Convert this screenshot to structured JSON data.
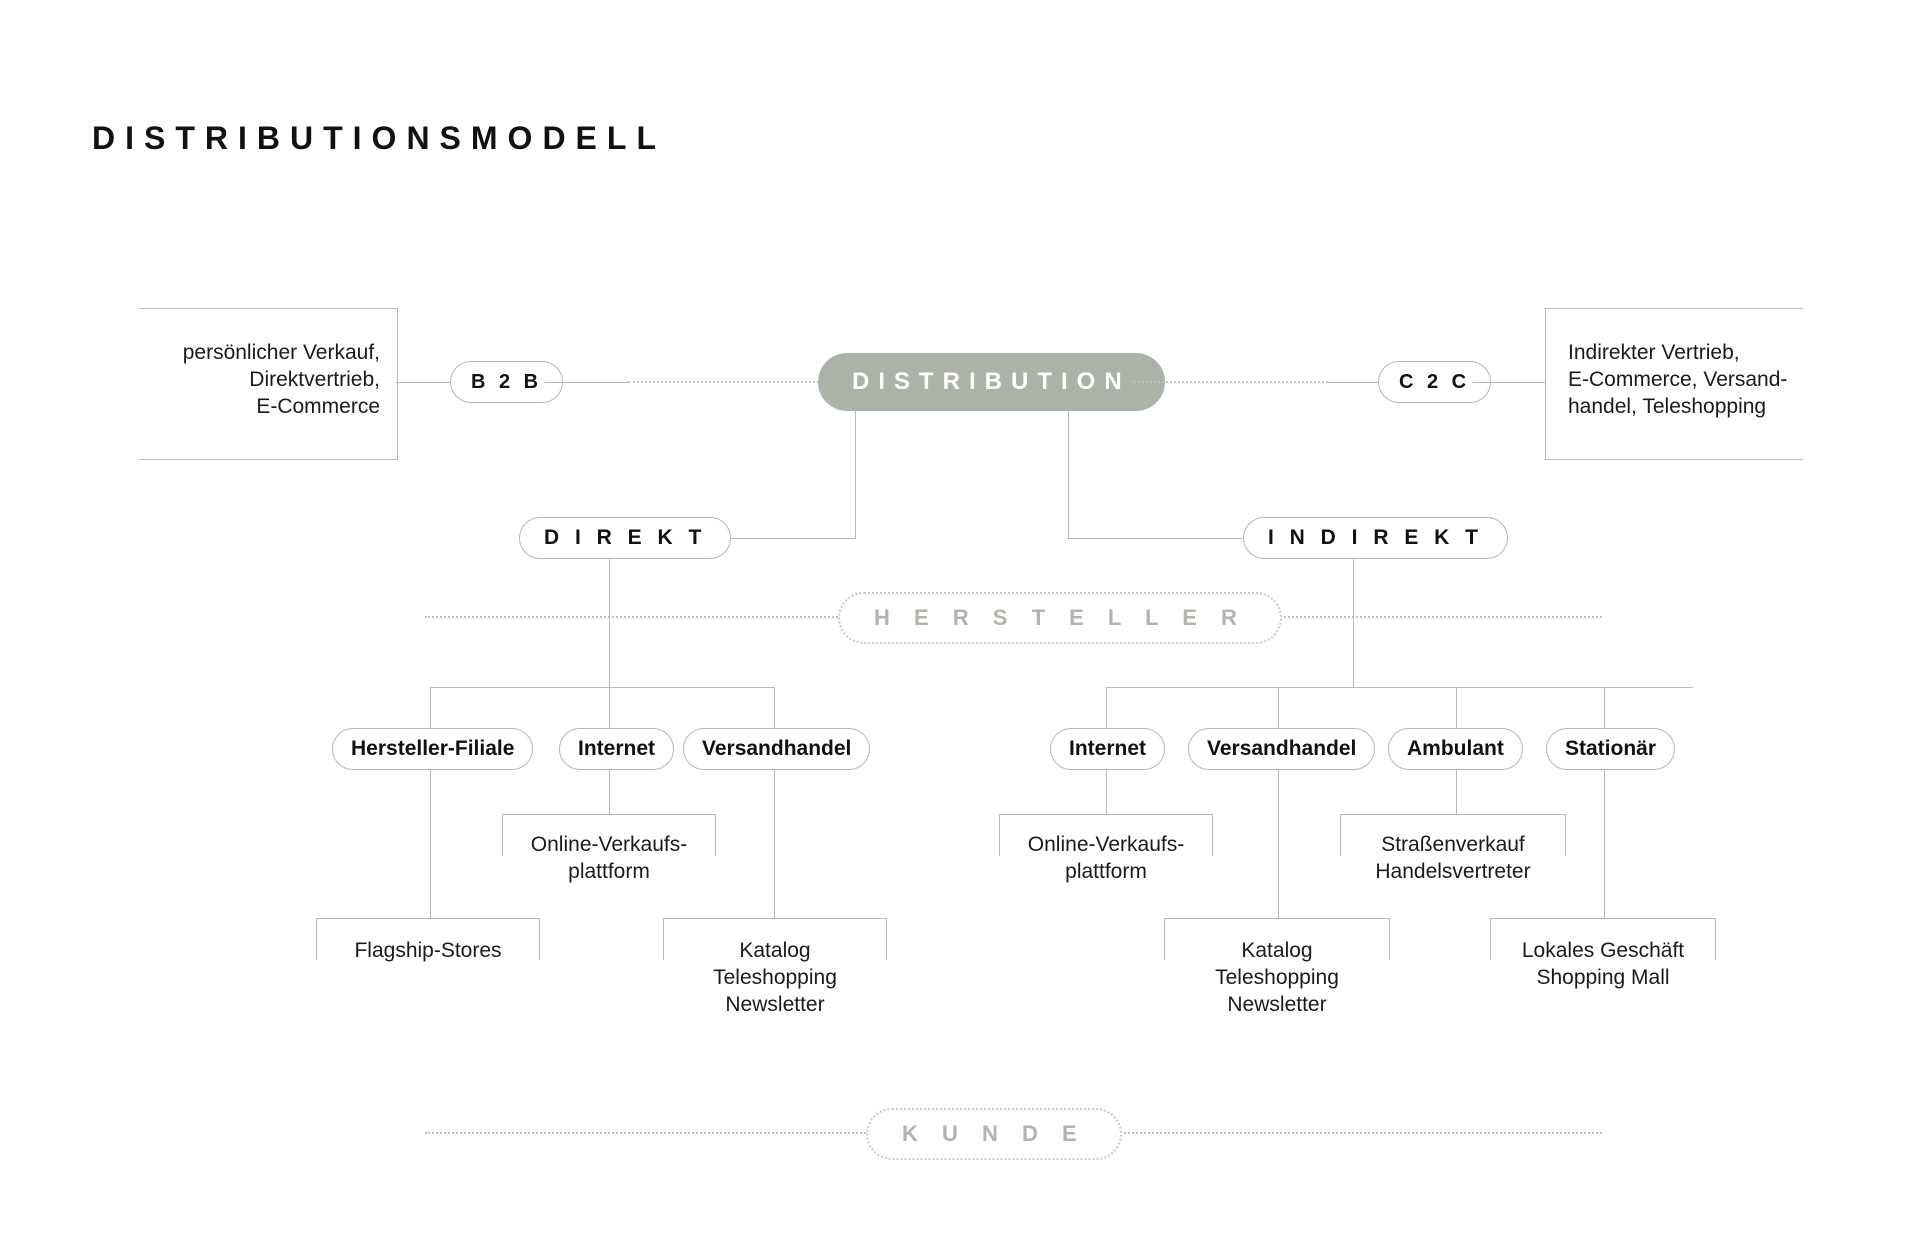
{
  "title": "DISTRIBUTIONSMODELL",
  "colors": {
    "accent_fill": "#adb2a8",
    "line": "#b9b9b4",
    "ghost_text": "#b3b3ad",
    "text": "#1a1a1a",
    "background": "#ffffff"
  },
  "root": {
    "label": "DISTRIBUTION"
  },
  "market_sides": {
    "left": {
      "pill": "B 2 B",
      "description": "persönlicher Verkauf,\nDirektvertrieb,\nE-Commerce"
    },
    "right": {
      "pill": "C 2 C",
      "description": "Indirekter Vertrieb,\nE-Commerce, Versand-\nhandel, Teleshopping"
    }
  },
  "levels": {
    "direkt": "D I R E K T",
    "indirekt": "I N D I R E K T"
  },
  "dividers": {
    "top": "H E R S T E L L E R",
    "bottom": "K U N D E"
  },
  "branches": {
    "direkt": {
      "nodes": [
        {
          "label": "Hersteller-Filiale"
        },
        {
          "label": "Internet"
        },
        {
          "label": "Versandhandel"
        }
      ],
      "leaves": [
        {
          "text": "Online-Verkaufs-\nplattform"
        },
        {
          "text": "Flagship-Stores"
        },
        {
          "text": "Katalog\nTeleshopping\nNewsletter"
        }
      ]
    },
    "indirekt": {
      "nodes": [
        {
          "label": "Internet"
        },
        {
          "label": "Versandhandel"
        },
        {
          "label": "Ambulant"
        },
        {
          "label": "Stationär"
        }
      ],
      "leaves": [
        {
          "text": "Online-Verkaufs-\nplattform"
        },
        {
          "text": "Straßenverkauf\nHandelsvertreter"
        },
        {
          "text": "Katalog\nTeleshopping\nNewsletter"
        },
        {
          "text": "Lokales Geschäft\nShopping Mall"
        }
      ]
    }
  }
}
